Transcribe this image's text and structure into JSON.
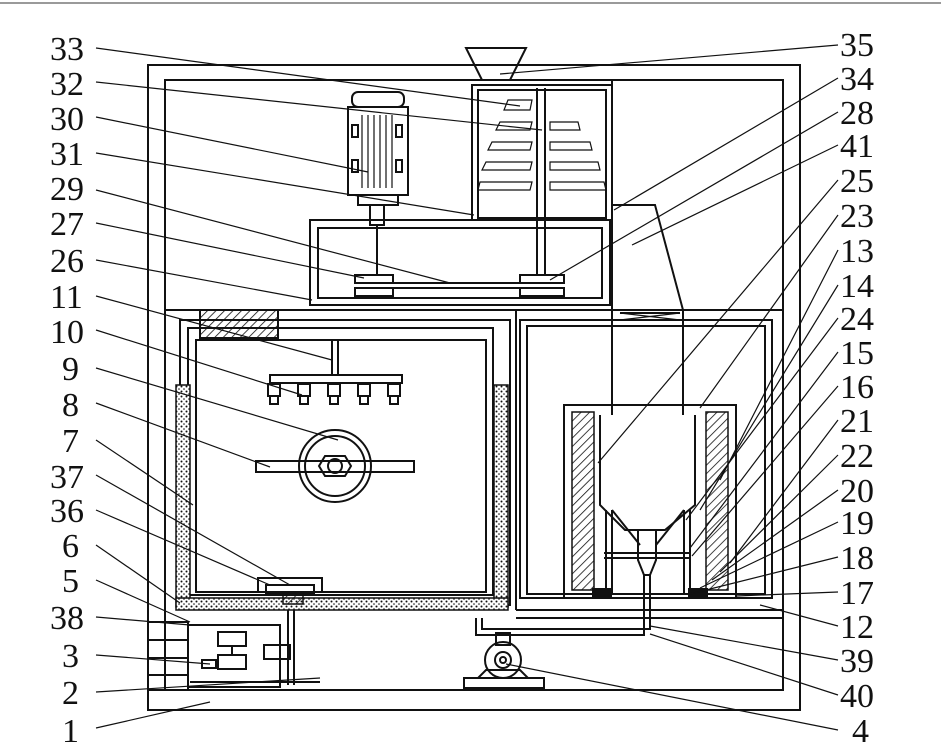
{
  "labels_left": [
    {
      "id": "33",
      "text": "33"
    },
    {
      "id": "32",
      "text": "32"
    },
    {
      "id": "30",
      "text": "30"
    },
    {
      "id": "31",
      "text": "31"
    },
    {
      "id": "29",
      "text": "29"
    },
    {
      "id": "27",
      "text": "27"
    },
    {
      "id": "26",
      "text": "26"
    },
    {
      "id": "11",
      "text": "11"
    },
    {
      "id": "10",
      "text": "10"
    },
    {
      "id": "9",
      "text": "9"
    },
    {
      "id": "8",
      "text": "8"
    },
    {
      "id": "7",
      "text": "7"
    },
    {
      "id": "37",
      "text": "37"
    },
    {
      "id": "36",
      "text": "36"
    },
    {
      "id": "6",
      "text": "6"
    },
    {
      "id": "5",
      "text": "5"
    },
    {
      "id": "38",
      "text": "38"
    },
    {
      "id": "3",
      "text": "3"
    },
    {
      "id": "2",
      "text": "2"
    },
    {
      "id": "1",
      "text": "1"
    }
  ],
  "labels_right": [
    {
      "id": "35",
      "text": "35"
    },
    {
      "id": "34",
      "text": "34"
    },
    {
      "id": "28",
      "text": "28"
    },
    {
      "id": "41",
      "text": "41"
    },
    {
      "id": "25",
      "text": "25"
    },
    {
      "id": "23",
      "text": "23"
    },
    {
      "id": "13",
      "text": "13"
    },
    {
      "id": "14",
      "text": "14"
    },
    {
      "id": "24",
      "text": "24"
    },
    {
      "id": "15",
      "text": "15"
    },
    {
      "id": "16",
      "text": "16"
    },
    {
      "id": "21",
      "text": "21"
    },
    {
      "id": "22",
      "text": "22"
    },
    {
      "id": "20",
      "text": "20"
    },
    {
      "id": "19",
      "text": "19"
    },
    {
      "id": "18",
      "text": "18"
    },
    {
      "id": "17",
      "text": "17"
    },
    {
      "id": "12",
      "text": "12"
    },
    {
      "id": "39",
      "text": "39"
    },
    {
      "id": "40",
      "text": "40"
    },
    {
      "id": "4",
      "text": "4"
    }
  ]
}
